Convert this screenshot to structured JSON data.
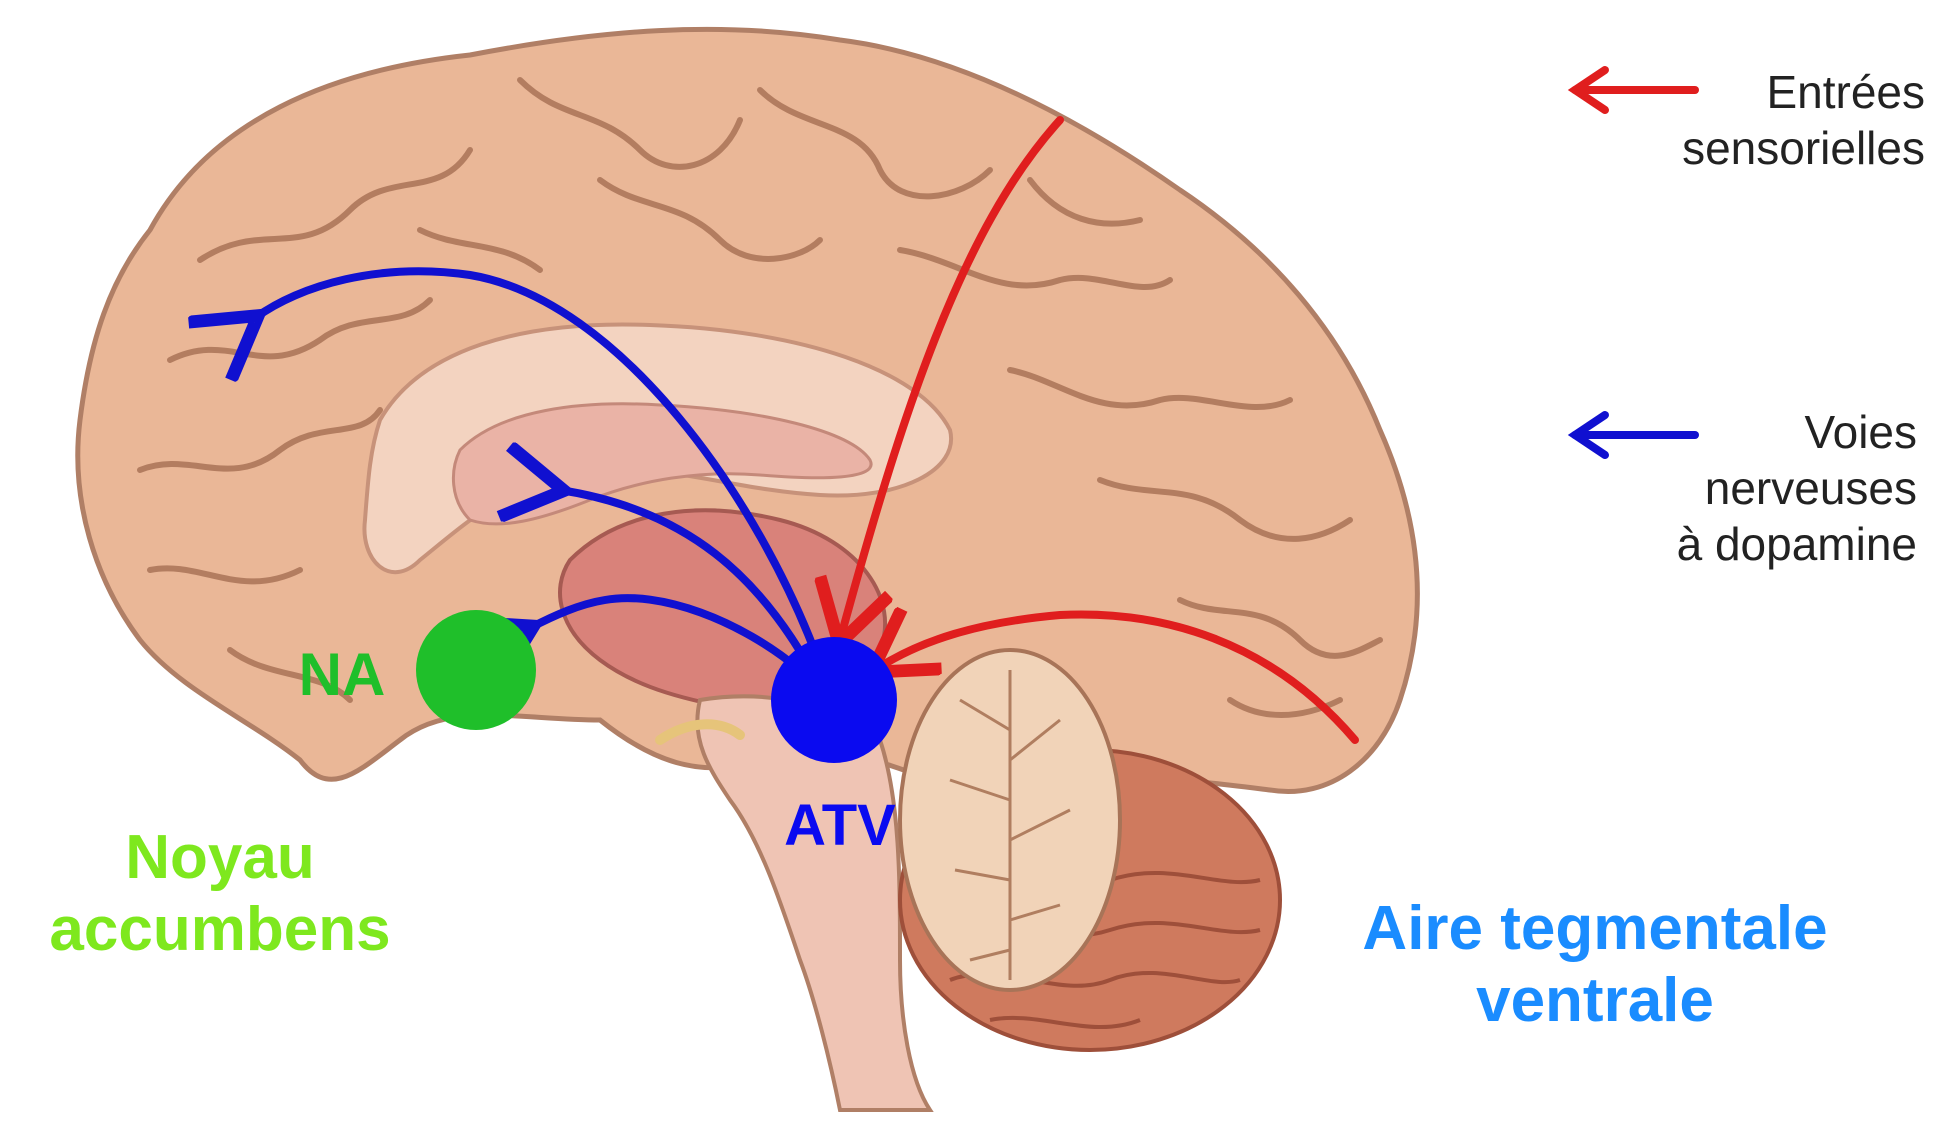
{
  "legend": {
    "inputs": {
      "label_line1": "Entrées",
      "label_line2": "sensorielles",
      "color": "#e01e1e"
    },
    "pathways": {
      "label_line1": "Voies",
      "label_line2": "nerveuses",
      "label_line3": "à dopamine",
      "color": "#1010d0"
    }
  },
  "markers": {
    "na": {
      "label": "NA",
      "color": "#1fbf2a"
    },
    "atv": {
      "label": "ATV",
      "color": "#0a0af0"
    }
  },
  "labels": {
    "noyau_line1": "Noyau",
    "noyau_line2": "accumbens",
    "noyau_color": "#7ee81e",
    "aire_line1": "Aire tegmentale",
    "aire_line2": "ventrale",
    "aire_color": "#1a8cff"
  }
}
